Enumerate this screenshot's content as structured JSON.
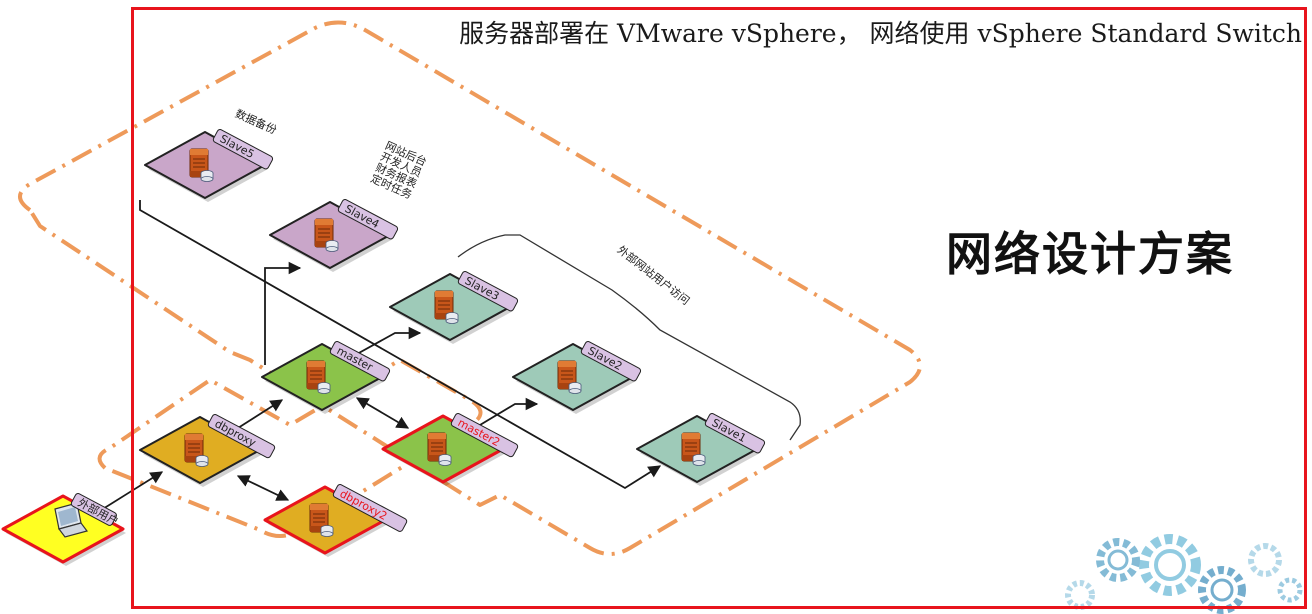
{
  "header": {
    "subtitle": "服务器部署在 VMware vSphere， 网络使用 vSphere Standard Switch",
    "title": "网络设计方案"
  },
  "annotations": {
    "slave5_role": "数据备份",
    "slave4_roles": [
      "网站后台",
      "开发人员",
      "财务报表",
      "定时任务"
    ],
    "slaves_group": "外部网站用户访问"
  },
  "nodes": [
    {
      "id": "slave5",
      "label": "Slave5",
      "tier": "backup",
      "fill": "#c9a6c9",
      "border": "#222222",
      "label_color": "#222222",
      "has_server": true
    },
    {
      "id": "slave4",
      "label": "Slave4",
      "tier": "backup",
      "fill": "#c9a6c9",
      "border": "#222222",
      "label_color": "#222222",
      "has_server": true
    },
    {
      "id": "slave3",
      "label": "Slave3",
      "tier": "slave",
      "fill": "#9ecab8",
      "border": "#222222",
      "label_color": "#222222",
      "has_server": true
    },
    {
      "id": "slave2",
      "label": "Slave2",
      "tier": "slave",
      "fill": "#9ecab8",
      "border": "#222222",
      "label_color": "#222222",
      "has_server": true
    },
    {
      "id": "slave1",
      "label": "Slave1",
      "tier": "slave",
      "fill": "#9ecab8",
      "border": "#222222",
      "label_color": "#222222",
      "has_server": true
    },
    {
      "id": "master",
      "label": "master",
      "tier": "master",
      "fill": "#8bc34a",
      "border": "#222222",
      "label_color": "#222222",
      "has_server": true
    },
    {
      "id": "master2",
      "label": "master2",
      "tier": "master",
      "fill": "#8bc34a",
      "border": "#e8141c",
      "label_color": "#e8141c",
      "has_server": true
    },
    {
      "id": "dbproxy",
      "label": "dbproxy",
      "tier": "proxy",
      "fill": "#e0ad22",
      "border": "#222222",
      "label_color": "#222222",
      "has_server": true
    },
    {
      "id": "dbproxy2",
      "label": "dbproxy2",
      "tier": "proxy",
      "fill": "#e0ad22",
      "border": "#e8141c",
      "label_color": "#e8141c",
      "has_server": true
    },
    {
      "id": "external",
      "label": "外部用户",
      "tier": "client",
      "fill": "#ffff22",
      "border": "#e8141c",
      "label_color": "#222222",
      "has_server": false
    }
  ],
  "links": [
    {
      "from": "external",
      "to": "dbproxy",
      "bidirectional": false
    },
    {
      "from": "dbproxy",
      "to": "master",
      "bidirectional": false
    },
    {
      "from": "dbproxy",
      "to": "dbproxy2",
      "bidirectional": true
    },
    {
      "from": "master",
      "to": "master2",
      "bidirectional": true
    },
    {
      "from": "master",
      "to": "slave3",
      "bidirectional": false
    },
    {
      "from": "master",
      "to": "slave4",
      "bidirectional": false
    },
    {
      "from": "master2",
      "to": "slave2",
      "bidirectional": false
    },
    {
      "from": "slave5",
      "to": "slave1",
      "bidirectional": false
    }
  ],
  "colors": {
    "frame": "#e8141c",
    "dashed_boundary": "#ee9a5a",
    "title": "#111111"
  }
}
